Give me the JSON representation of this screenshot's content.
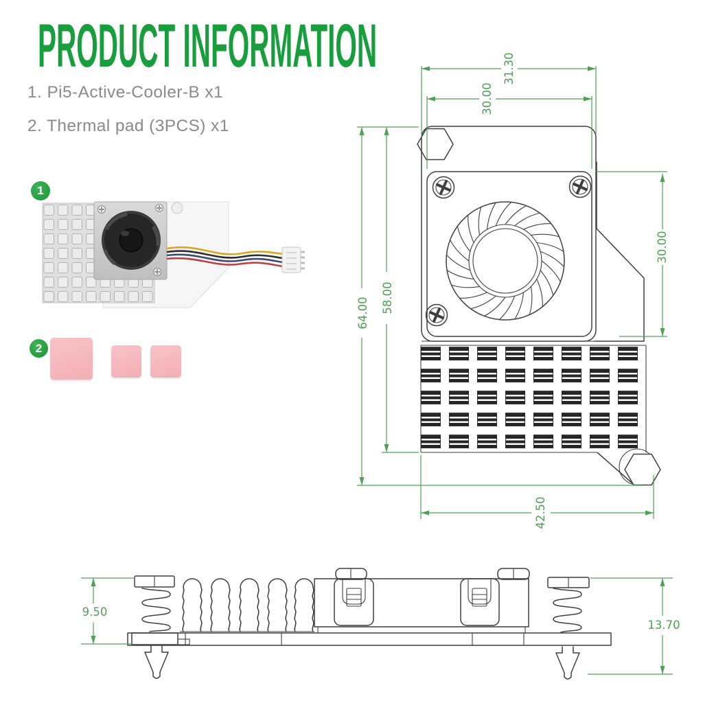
{
  "header": {
    "title": "PRODUCT INFORMATION"
  },
  "parts_list": {
    "items": [
      {
        "line": "1. Pi5-Active-Cooler-B x1",
        "badge": "1"
      },
      {
        "line": "2. Thermal pad (3PCS) x1",
        "badge": "2"
      }
    ]
  },
  "drawing": {
    "top_view": {
      "width_overall": "31.30",
      "width_fan_plate": "30.00",
      "height_fan_plate": "30.00",
      "height_body": "58.00",
      "height_overall": "64.00",
      "width_heatsink_base": "42.50"
    },
    "side_view": {
      "height_heatsink": "9.50",
      "height_overall_with_pins": "13.70"
    }
  },
  "colors": {
    "accent_green": "#189e3c",
    "dimension_green": "#4da253",
    "body_text_gray": "#8a8a8a",
    "drawing_line": "#3f3f3f",
    "thermal_pad_pink": "#f6b9bd"
  }
}
